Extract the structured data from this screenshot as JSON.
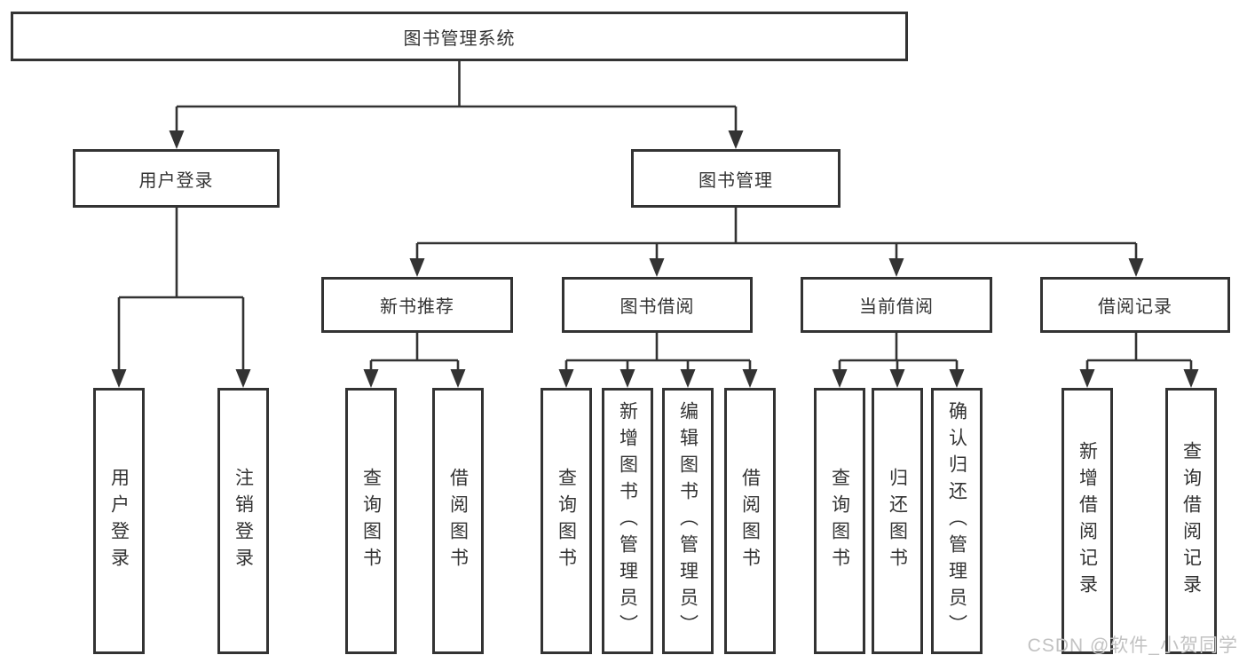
{
  "diagram": {
    "root": {
      "label": "图书管理系统"
    },
    "level2": {
      "user_login": {
        "label": "用户登录"
      },
      "book_management": {
        "label": "图书管理"
      }
    },
    "level3": {
      "new_book_recommend": {
        "label": "新书推荐"
      },
      "book_borrowing": {
        "label": "图书借阅"
      },
      "current_borrowing": {
        "label": "当前借阅"
      },
      "borrowing_records": {
        "label": "借阅记录"
      }
    },
    "leaves": {
      "user_login": {
        "label": "用户登录"
      },
      "logout": {
        "label": "注销登录"
      },
      "query_books_recommend": {
        "label": "查询图书"
      },
      "borrow_books_recommend": {
        "label": "借阅图书"
      },
      "query_books_borrowing": {
        "label": "查询图书"
      },
      "add_books_admin": {
        "label": "新增图书（管理员）"
      },
      "edit_books_admin": {
        "label": "编辑图书（管理员）"
      },
      "borrow_books_borrowing": {
        "label": "借阅图书"
      },
      "query_books_current": {
        "label": "查询图书"
      },
      "return_books": {
        "label": "归还图书"
      },
      "confirm_return_admin": {
        "label": "确认归还（管理员）"
      },
      "add_borrowing_record": {
        "label": "新增借阅记录"
      },
      "query_borrowing_record": {
        "label": "查询借阅记录"
      }
    }
  },
  "watermark": {
    "text": "CSDN @软件_小贺同学"
  },
  "colors": {
    "line": "#333333",
    "text": "#333333",
    "box_background": "#ffffff",
    "watermark": "#c2c2c2"
  }
}
